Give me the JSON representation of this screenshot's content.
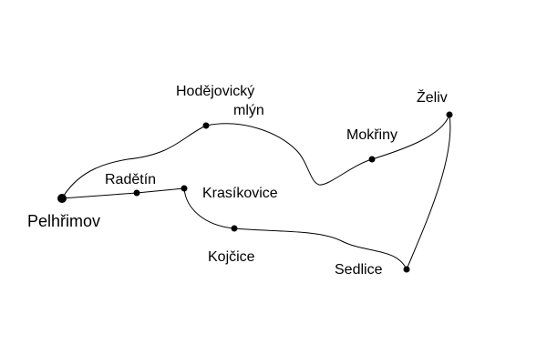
{
  "map": {
    "places": {
      "pelhrimov": "Pelhřimov",
      "radetin": "Radětín",
      "krasikovice": "Krasíkovice",
      "kojcice": "Kojčice",
      "sedlice": "Sedlice",
      "zeliv": "Želiv",
      "mokriny": "Mokřiny",
      "hodejovicky_line1": "Hodějovický",
      "hodejovicky_line2": "mlýn"
    }
  }
}
